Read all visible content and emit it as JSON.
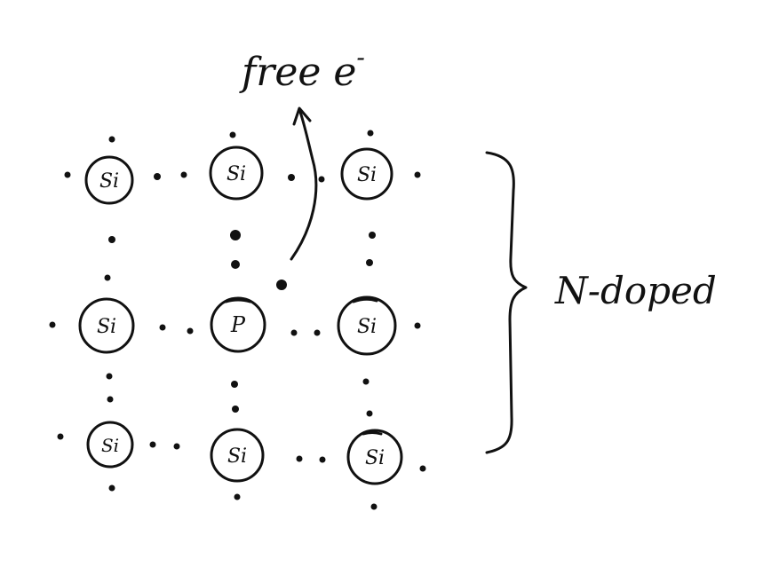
{
  "colors": {
    "ink": "#111111",
    "background": "#ffffff"
  },
  "lattice": {
    "rows": [
      [
        "Si",
        "Si",
        "Si"
      ],
      [
        "Si",
        "P",
        "Si"
      ],
      [
        "Si",
        "Si",
        "Si"
      ]
    ]
  },
  "annotations": {
    "free_electron": "free e",
    "free_electron_superscript": "-",
    "n_doped": "N-doped"
  }
}
